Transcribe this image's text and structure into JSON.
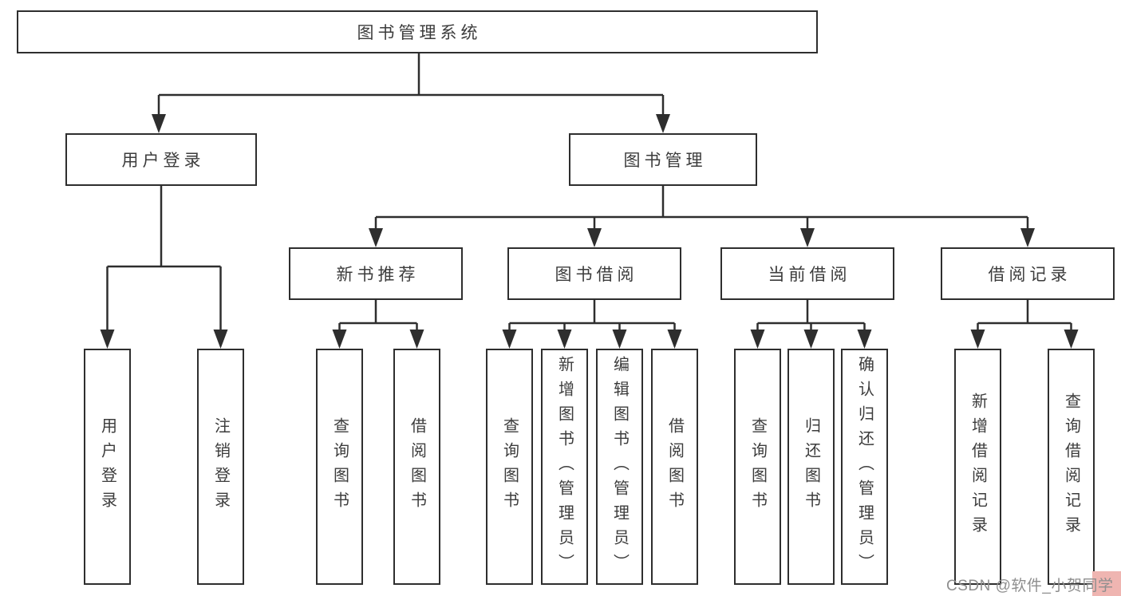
{
  "colors": {
    "background": "#ffffff",
    "line": "#2e2e2e",
    "box_border": "#2e2e2e",
    "box_fill": "#ffffff",
    "text": "#3c3c3c",
    "watermark_text": "#8e8e8e",
    "watermark_highlight": "#efb5b1"
  },
  "tree": {
    "label": "图书管理系统",
    "children": [
      {
        "label": "用户登录",
        "children": [
          {
            "label": "用户登录"
          },
          {
            "label": "注销登录"
          }
        ]
      },
      {
        "label": "图书管理",
        "children": [
          {
            "label": "新书推荐",
            "children": [
              {
                "label": "查询图书"
              },
              {
                "label": "借阅图书"
              }
            ]
          },
          {
            "label": "图书借阅",
            "children": [
              {
                "label": "查询图书"
              },
              {
                "label": "新增图书（管理员）"
              },
              {
                "label": "编辑图书（管理员）"
              },
              {
                "label": "借阅图书"
              }
            ]
          },
          {
            "label": "当前借阅",
            "children": [
              {
                "label": "查询图书"
              },
              {
                "label": "归还图书"
              },
              {
                "label": "确认归还（管理员）"
              }
            ]
          },
          {
            "label": "借阅记录",
            "children": [
              {
                "label": "新增借阅记录"
              },
              {
                "label": "查询借阅记录"
              }
            ]
          }
        ]
      }
    ]
  },
  "watermark": {
    "text": "CSDN @软件_小贺同学"
  }
}
